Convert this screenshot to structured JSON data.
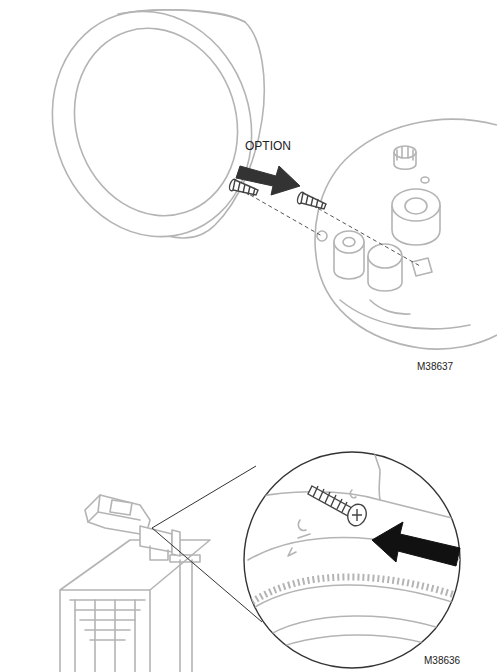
{
  "diagram": {
    "labels": [
      "OPTION",
      "M38637",
      "M38636"
    ]
  }
}
